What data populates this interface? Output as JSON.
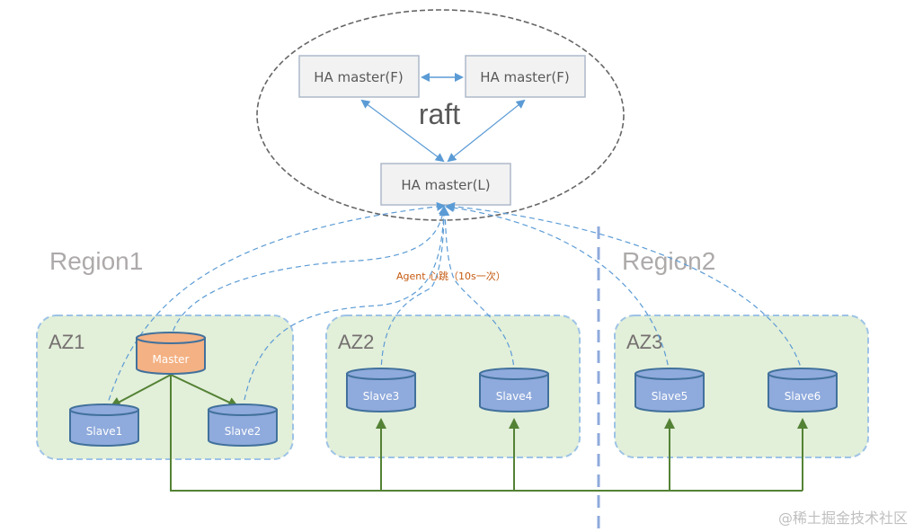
{
  "diagram": {
    "cluster_label": "raft",
    "ha_nodes": [
      {
        "id": "f1",
        "label": "HA master(F)"
      },
      {
        "id": "f2",
        "label": "HA master(F)"
      },
      {
        "id": "leader",
        "label": "HA master(L)"
      }
    ],
    "regions": [
      {
        "label": "Region1"
      },
      {
        "label": "Region2"
      }
    ],
    "zones": [
      {
        "label": "AZ1"
      },
      {
        "label": "AZ2"
      },
      {
        "label": "AZ3"
      }
    ],
    "databases": [
      {
        "id": "master",
        "label": "Master",
        "role": "master"
      },
      {
        "id": "s1",
        "label": "Slave1",
        "role": "slave"
      },
      {
        "id": "s2",
        "label": "Slave2",
        "role": "slave"
      },
      {
        "id": "s3",
        "label": "Slave3",
        "role": "slave"
      },
      {
        "id": "s4",
        "label": "Slave4",
        "role": "slave"
      },
      {
        "id": "s5",
        "label": "Slave5",
        "role": "slave"
      },
      {
        "id": "s6",
        "label": "Slave6",
        "role": "slave"
      }
    ],
    "heartbeat_label": "Agent 心跳（10s一次）",
    "watermark": "@稀土掘金技术社区",
    "colors": {
      "master_fill": "#f4b183",
      "slave_fill": "#8faadc",
      "db_stroke": "#41719c",
      "zone_fill": "#e2efd9",
      "zone_stroke": "#9dc3e6",
      "heartbeat_line": "#5b9bd5",
      "replication_line": "#548235",
      "heartbeat_text": "#c55a11",
      "ha_box_fill": "#f2f2f2",
      "ha_box_stroke": "#adb9ca"
    }
  }
}
